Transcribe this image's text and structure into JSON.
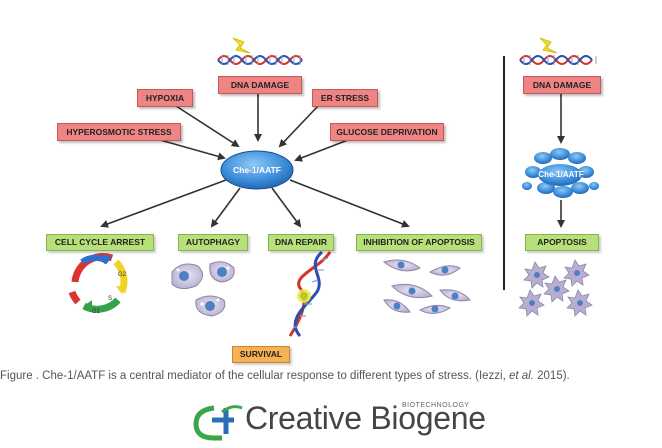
{
  "diagram": {
    "left": {
      "stressors": {
        "dna_damage": "DNA DAMAGE",
        "hypoxia": "HYPOXIA",
        "er_stress": "ER STRESS",
        "hyperosmotic_stress": "HYPEROSMOTIC STRESS",
        "glucose_deprivation": "GLUCOSE DEPRIVATION"
      },
      "center": "Che-1/AATF",
      "outcomes": {
        "cell_cycle_arrest": "CELL CYCLE ARREST",
        "autophagy": "AUTOPHAGY",
        "dna_repair": "DNA REPAIR",
        "inhibition_of_apoptosis": "INHIBITION OF APOPTOSIS"
      },
      "survival": "SURVIVAL",
      "cell_cycle_phases": [
        "G2",
        "S",
        "G1"
      ]
    },
    "right": {
      "dna_damage": "DNA DAMAGE",
      "center": "Che-1/AATF",
      "outcome": "APOPTOSIS"
    }
  },
  "caption": {
    "prefix": "Figure   . Che-1/AATF is a central mediator of the cellular response to different types of stress. (Iezzi, ",
    "italic": "et al.",
    "suffix": " 2015)."
  },
  "logo": {
    "name": "Creative Biogene",
    "sub": "BIOTECHNOLOGY",
    "colors": {
      "green": "#3aa64a",
      "blue": "#2a6fb5"
    }
  }
}
